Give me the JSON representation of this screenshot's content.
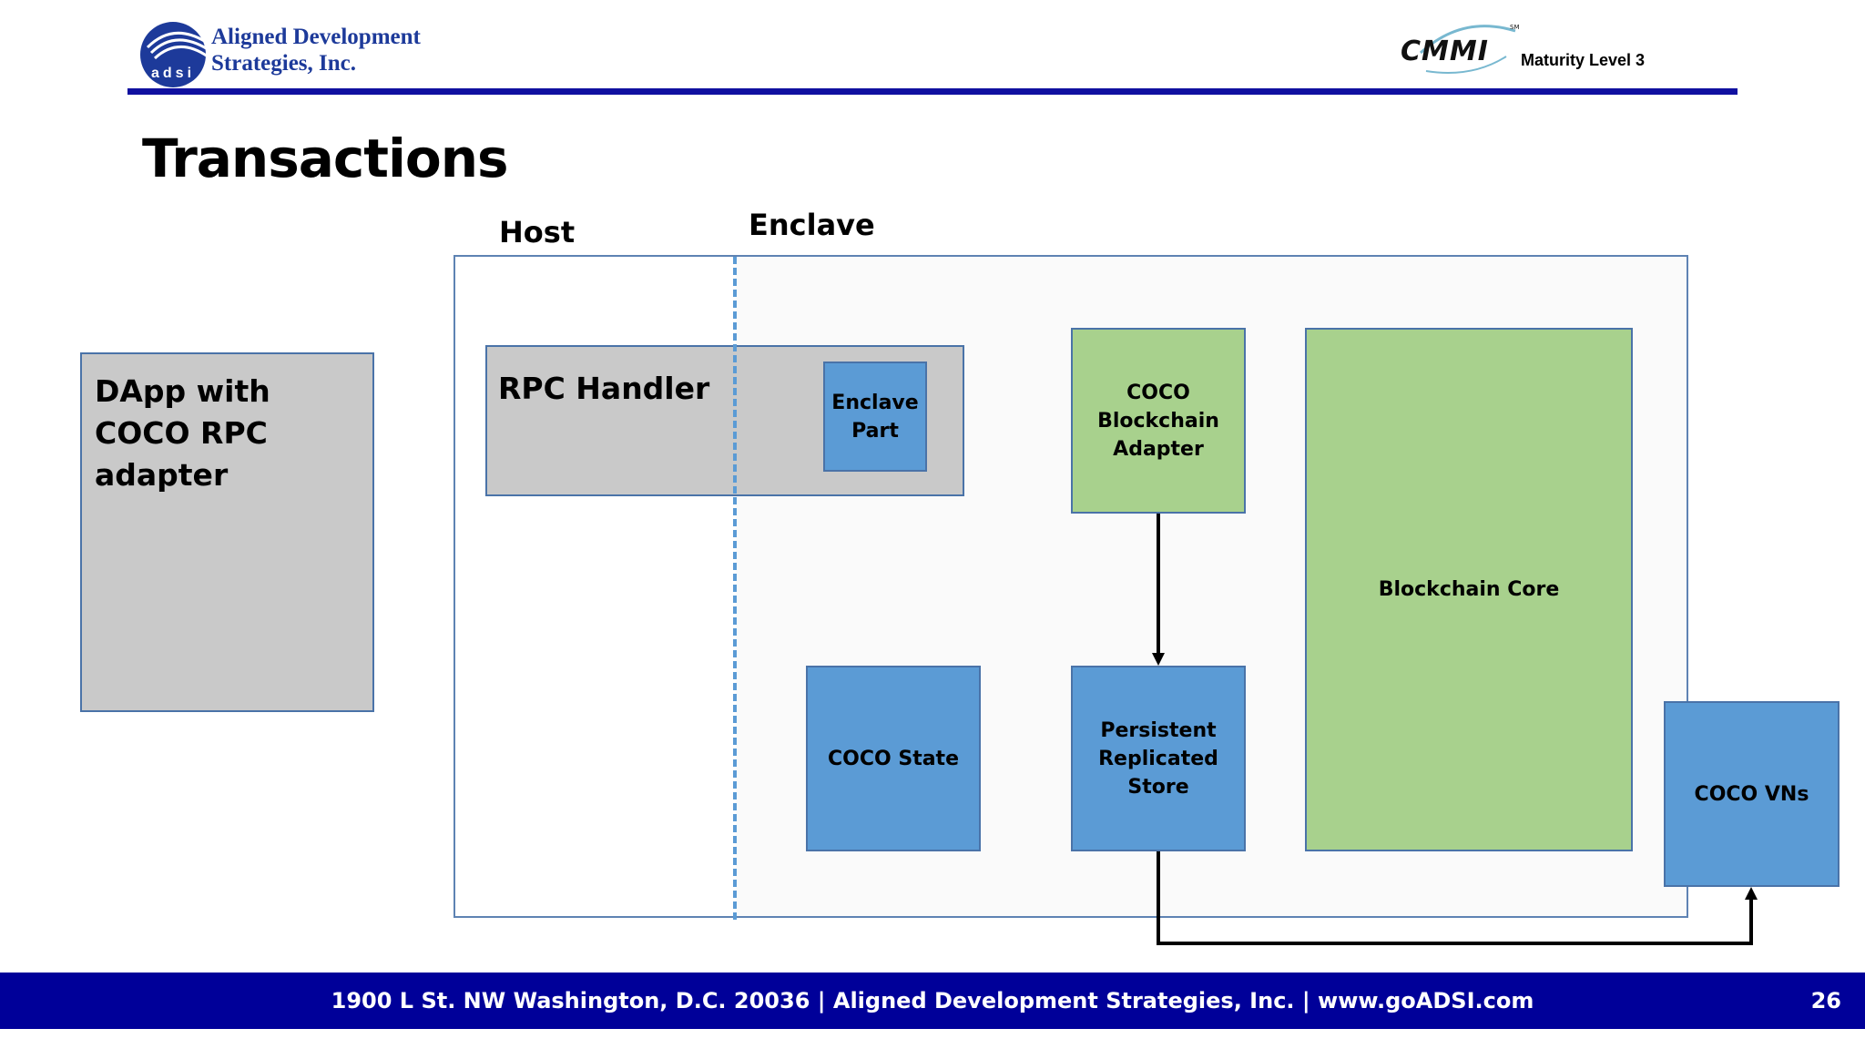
{
  "header": {
    "company_name_line1": "Aligned Development",
    "company_name_line2": "Strategies, Inc.",
    "logo_letters": "adsi",
    "cmmi_logo_text": "CMMI",
    "cmmi_mark": "SM",
    "maturity_level": "Maturity Level 3",
    "accent_color": "#1010a0"
  },
  "slide": {
    "title": "Transactions"
  },
  "diagram": {
    "host_label": "Host",
    "enclave_label": "Enclave",
    "dapp_box": "DApp with COCO RPC adapter",
    "rpc_handler": "RPC Handler",
    "enclave_part": "Enclave Part",
    "coco_adapter": "COCO Blockchain Adapter",
    "blockchain_core": "Blockchain Core",
    "coco_state": "COCO State",
    "persistent_store": "Persistent Replicated Store",
    "coco_vns": "COCO VNs",
    "colors": {
      "gray_box": "#c9c9c9",
      "green_box": "#a8d18d",
      "blue_box": "#5b9bd5",
      "border": "#4a73a8"
    }
  },
  "footer": {
    "text": "1900 L St. NW Washington, D.C. 20036 | Aligned Development Strategies, Inc. | www.goADSI.com",
    "page_number": "26",
    "background": "#000099"
  }
}
